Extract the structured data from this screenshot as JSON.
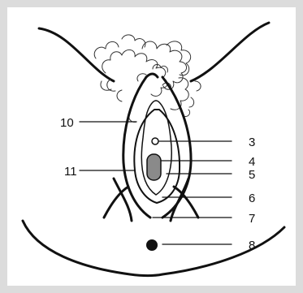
{
  "colors": {
    "background": "#dcdcdc",
    "panel": "#ffffff",
    "stroke": "#111111",
    "shaded_area": "#8a8a8a"
  },
  "labels": {
    "l10": "10",
    "l11": "11",
    "l3": "3",
    "l4": "4",
    "l5": "5",
    "l6": "6",
    "l7": "7",
    "l8": "8"
  }
}
